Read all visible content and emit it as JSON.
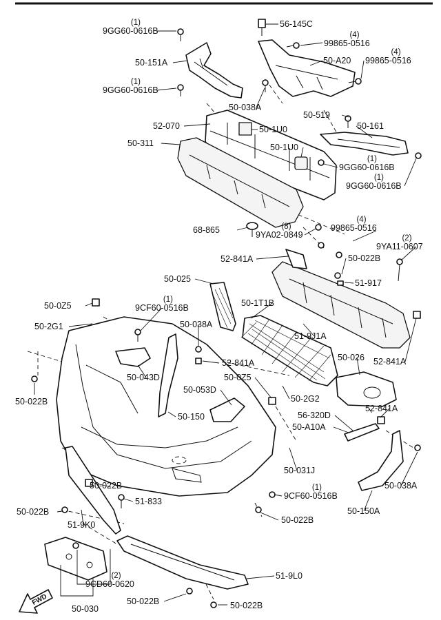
{
  "diagram": {
    "forward_marker": "FWD",
    "callouts": [
      {
        "id": "c01",
        "code": "9GG60-0616B",
        "qty": "(1)"
      },
      {
        "id": "c02",
        "code": "56-145C",
        "qty": ""
      },
      {
        "id": "c03",
        "code": "99865-0516",
        "qty": "(4)"
      },
      {
        "id": "c04",
        "code": "50-151A",
        "qty": ""
      },
      {
        "id": "c05",
        "code": "50-A20",
        "qty": ""
      },
      {
        "id": "c06",
        "code": "99865-0516",
        "qty": "(4)"
      },
      {
        "id": "c07",
        "code": "9GG60-0616B",
        "qty": "(1)"
      },
      {
        "id": "c08",
        "code": "50-038A",
        "qty": ""
      },
      {
        "id": "c09",
        "code": "50-519",
        "qty": ""
      },
      {
        "id": "c10",
        "code": "52-070",
        "qty": ""
      },
      {
        "id": "c11",
        "code": "50-1U0",
        "qty": ""
      },
      {
        "id": "c12",
        "code": "50-161",
        "qty": ""
      },
      {
        "id": "c13",
        "code": "50-311",
        "qty": ""
      },
      {
        "id": "c14",
        "code": "50-1U0",
        "qty": ""
      },
      {
        "id": "c15",
        "code": "9GG60-0616B",
        "qty": "(1)"
      },
      {
        "id": "c16",
        "code": "9GG60-0616B",
        "qty": "(1)"
      },
      {
        "id": "c17",
        "code": "68-865",
        "qty": ""
      },
      {
        "id": "c18",
        "code": "9YA02-0849",
        "qty": "(8)"
      },
      {
        "id": "c19",
        "code": "99865-0516",
        "qty": "(4)"
      },
      {
        "id": "c20",
        "code": "9YA11-0607",
        "qty": "(2)"
      },
      {
        "id": "c21",
        "code": "52-841A",
        "qty": ""
      },
      {
        "id": "c22",
        "code": "50-022B",
        "qty": ""
      },
      {
        "id": "c23",
        "code": "50-025",
        "qty": ""
      },
      {
        "id": "c24",
        "code": "51-917",
        "qty": ""
      },
      {
        "id": "c25",
        "code": "50-0Z5",
        "qty": ""
      },
      {
        "id": "c26",
        "code": "9CF60-0516B",
        "qty": "(1)"
      },
      {
        "id": "c27",
        "code": "50-1T1B",
        "qty": ""
      },
      {
        "id": "c28",
        "code": "50-2G1",
        "qty": ""
      },
      {
        "id": "c29",
        "code": "50-038A",
        "qty": ""
      },
      {
        "id": "c30",
        "code": "51-9J1A",
        "qty": ""
      },
      {
        "id": "c31",
        "code": "52-841A",
        "qty": ""
      },
      {
        "id": "c32",
        "code": "50-026",
        "qty": ""
      },
      {
        "id": "c33",
        "code": "52-841A",
        "qty": ""
      },
      {
        "id": "c34",
        "code": "50-043D",
        "qty": ""
      },
      {
        "id": "c35",
        "code": "50-0Z5",
        "qty": ""
      },
      {
        "id": "c36",
        "code": "50-053D",
        "qty": ""
      },
      {
        "id": "c37",
        "code": "50-2G2",
        "qty": ""
      },
      {
        "id": "c38",
        "code": "50-022B",
        "qty": ""
      },
      {
        "id": "c39",
        "code": "56-320D",
        "qty": ""
      },
      {
        "id": "c40",
        "code": "52-841A",
        "qty": ""
      },
      {
        "id": "c41",
        "code": "50-150",
        "qty": ""
      },
      {
        "id": "c42",
        "code": "50-A10A",
        "qty": ""
      },
      {
        "id": "c43",
        "code": "50-031J",
        "qty": ""
      },
      {
        "id": "c44",
        "code": "50-022B",
        "qty": ""
      },
      {
        "id": "c45",
        "code": "50-038A",
        "qty": ""
      },
      {
        "id": "c46",
        "code": "9CF60-0516B",
        "qty": "(1)"
      },
      {
        "id": "c47",
        "code": "51-833",
        "qty": ""
      },
      {
        "id": "c48",
        "code": "50-022B",
        "qty": ""
      },
      {
        "id": "c49",
        "code": "50-150A",
        "qty": ""
      },
      {
        "id": "c50",
        "code": "50-022B",
        "qty": ""
      },
      {
        "id": "c51",
        "code": "51-9K0",
        "qty": ""
      },
      {
        "id": "c52",
        "code": "51-9L0",
        "qty": ""
      },
      {
        "id": "c53",
        "code": "9CD60-0620",
        "qty": "(2)"
      },
      {
        "id": "c54",
        "code": "50-022B",
        "qty": ""
      },
      {
        "id": "c55",
        "code": "50-030",
        "qty": ""
      },
      {
        "id": "c56",
        "code": "50-022B",
        "qty": ""
      }
    ]
  }
}
